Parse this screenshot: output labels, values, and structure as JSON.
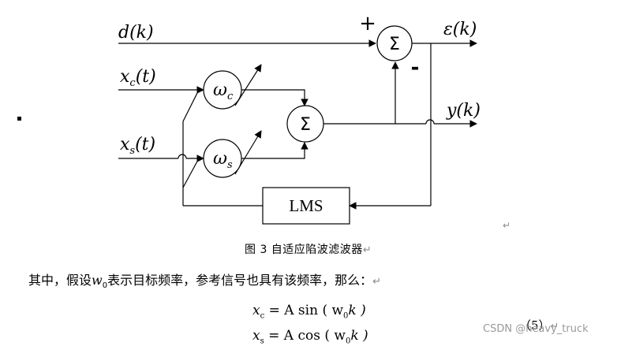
{
  "diagram": {
    "signals": {
      "d": "d(k)",
      "xc": "x",
      "xc_sub": "c",
      "xc_arg": "(t)",
      "xs": "x",
      "xs_sub": "s",
      "xs_arg": "(t)",
      "epsilon": "ε(k)",
      "y": "y(k)"
    },
    "weights": {
      "wc": "ω",
      "wc_sub": "c",
      "ws": "ω",
      "ws_sub": "s"
    },
    "sum_symbol": "Σ",
    "plus_sign": "+",
    "minus_sign": "-",
    "lms_label": "LMS"
  },
  "caption": {
    "text": "图 3 自适应陷波滤波器",
    "return_mark": "↵"
  },
  "paragraph": {
    "before": "其中，假设",
    "var": "w",
    "var_sub": "0",
    "after": "表示目标频率，参考信号也具有该频率，那么：",
    "return_mark": "↵"
  },
  "equations": {
    "eq1": {
      "lhs": "x",
      "lhs_sub": "c",
      "rhs": " = A sin ( w",
      "rhs_sub": "0",
      "rhs_end": "k )"
    },
    "eq2": {
      "lhs": "x",
      "lhs_sub": "s",
      "rhs": " = A cos ( w",
      "rhs_sub": "0",
      "rhs_end": "k )"
    },
    "number": "（5）",
    "return_mark": "↵"
  },
  "watermark": "CSDN @heavy_truck",
  "stray_return_mark": "↵"
}
